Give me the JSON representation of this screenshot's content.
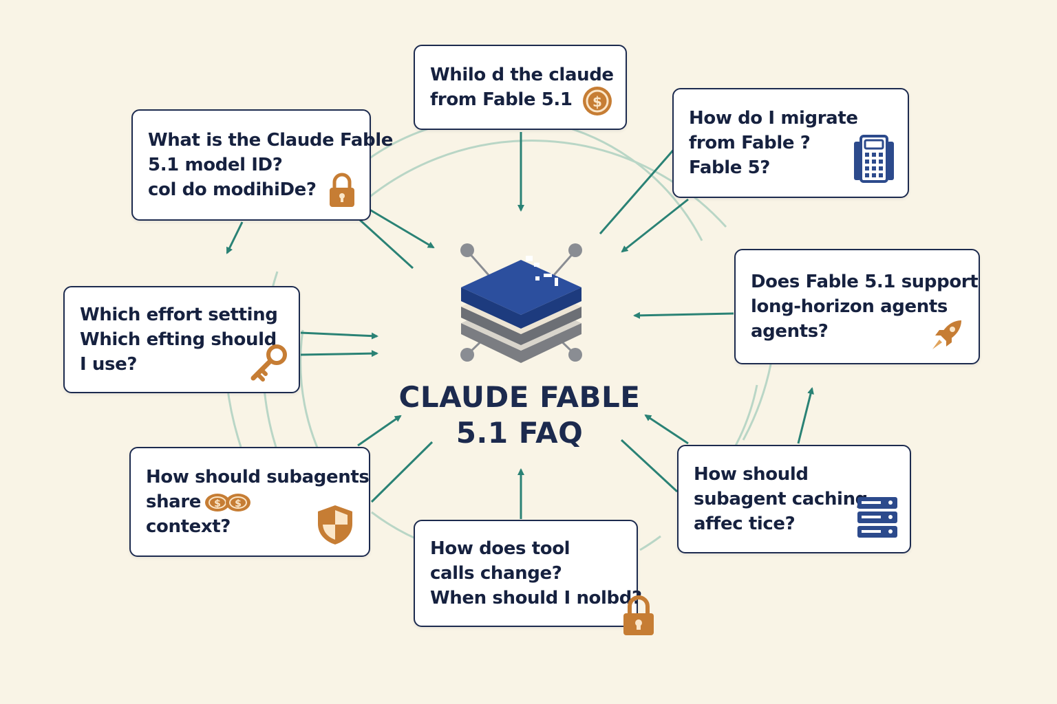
{
  "center": {
    "title_line1": "CLAUDE FABLE",
    "title_line2": "5.1 FAQ"
  },
  "cards": [
    {
      "id": "top",
      "lines": [
        "Whilo d the claude",
        "from Fable 5.1"
      ],
      "icon": "coin-icon"
    },
    {
      "id": "top-left",
      "lines": [
        "What is the Claude Fable",
        "5.1 model ID?",
        "col do modihiDe?"
      ],
      "icon": "padlock-icon"
    },
    {
      "id": "top-right",
      "lines": [
        "How do I migrate",
        "from Fable ?",
        "Fable 5?"
      ],
      "icon": "phone-icon"
    },
    {
      "id": "left",
      "lines": [
        "Which effort setting",
        "Which efting should",
        "I use?"
      ],
      "icon": "key-icon"
    },
    {
      "id": "right",
      "lines": [
        "Does Fable 5.1 support",
        "long-horizon agents",
        "agents?"
      ],
      "icon": "rocket-icon"
    },
    {
      "id": "bottom-left",
      "lines": [
        "How should subagents",
        "share",
        "context?"
      ],
      "icon": "shield-icon"
    },
    {
      "id": "bottom",
      "lines": [
        "How does tool",
        "calls change?",
        "When should I nolbd?"
      ],
      "icon": "padlock-icon"
    },
    {
      "id": "bottom-right",
      "lines": [
        "How should",
        "subagent caching",
        "affec tice?"
      ],
      "icon": "server-icon"
    }
  ],
  "colors": {
    "background": "#f9f4e6",
    "card_border": "#1c2a4e",
    "arrow": "#2a8275",
    "ring": "#b9d6c6",
    "cube_top": "#2c4f9e",
    "icon_orange": "#c67d34",
    "icon_navy": "#2c4a8c"
  }
}
